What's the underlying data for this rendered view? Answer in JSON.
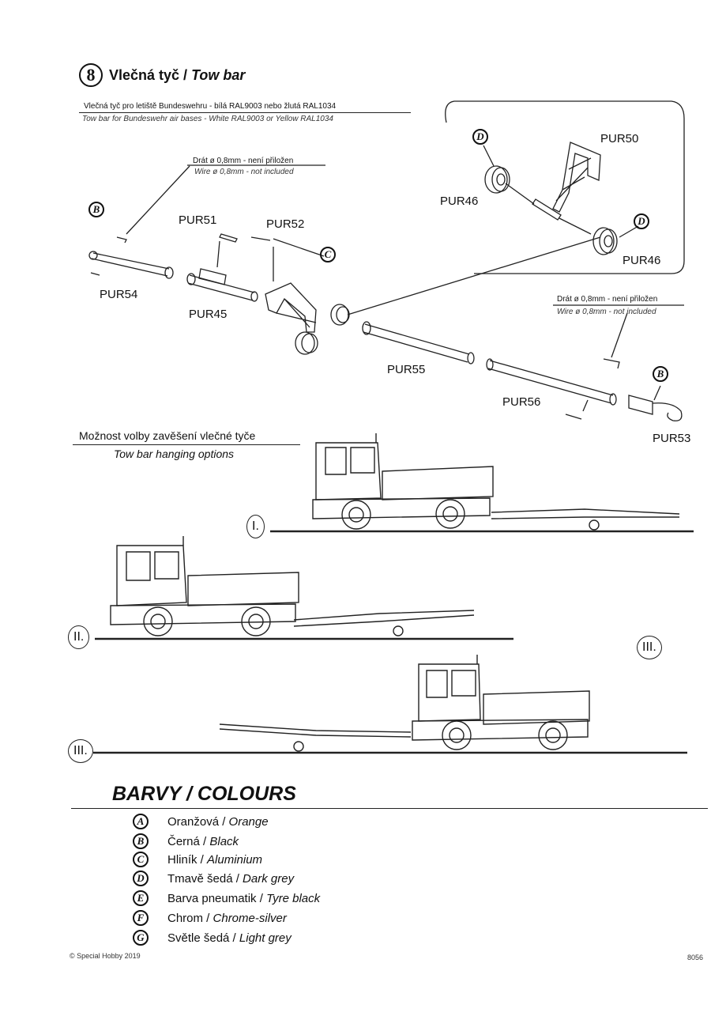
{
  "step": {
    "number": "8",
    "title_cz": "Vlečná tyč /",
    "title_en": "Tow bar",
    "note_cz": "Vlečná tyč pro letiště Bundeswehru - bílá RAL9003 nebo žlutá RAL1034",
    "note_en": "Tow bar for Bundeswehr air bases - White RAL9003 or Yellow RAL1034"
  },
  "wire_notes": [
    {
      "cz": "Drát ø 0,8mm - není přiložen",
      "en": "Wire ø 0,8mm - not included"
    },
    {
      "cz": "Drát ø 0,8mm - není přiložen",
      "en": "Wire ø 0,8mm - not included"
    }
  ],
  "parts": {
    "pur50": "PUR50",
    "pur46a": "PUR46",
    "pur46b": "PUR46",
    "pur51": "PUR51",
    "pur52": "PUR52",
    "pur54": "PUR54",
    "pur45": "PUR45",
    "pur55": "PUR55",
    "pur56": "PUR56",
    "pur53": "PUR53"
  },
  "paint_callouts": {
    "b": "B",
    "c": "C",
    "d": "D"
  },
  "options": {
    "title_cz": "Možnost volby zavěšení vlečné tyče",
    "title_en": "Tow bar hanging options",
    "labels": [
      "I.",
      "II.",
      "III.",
      "III."
    ]
  },
  "colours": {
    "title": "BARVY / COLOURS",
    "items": [
      {
        "code": "A",
        "cz": "Oranžová /",
        "en": "Orange"
      },
      {
        "code": "B",
        "cz": "Černá /",
        "en": "Black"
      },
      {
        "code": "C",
        "cz": "Hliník /",
        "en": "Aluminium"
      },
      {
        "code": "D",
        "cz": "Tmavě šedá /",
        "en": "Dark grey"
      },
      {
        "code": "E",
        "cz": "Barva pneumatik /",
        "en": "Tyre black"
      },
      {
        "code": "F",
        "cz": "Chrom /",
        "en": "Chrome-silver"
      },
      {
        "code": "G",
        "cz": "Světle šedá /",
        "en": "Light grey"
      }
    ]
  },
  "footer": {
    "copyright": "© Special Hobby 2019",
    "page": "8056"
  }
}
